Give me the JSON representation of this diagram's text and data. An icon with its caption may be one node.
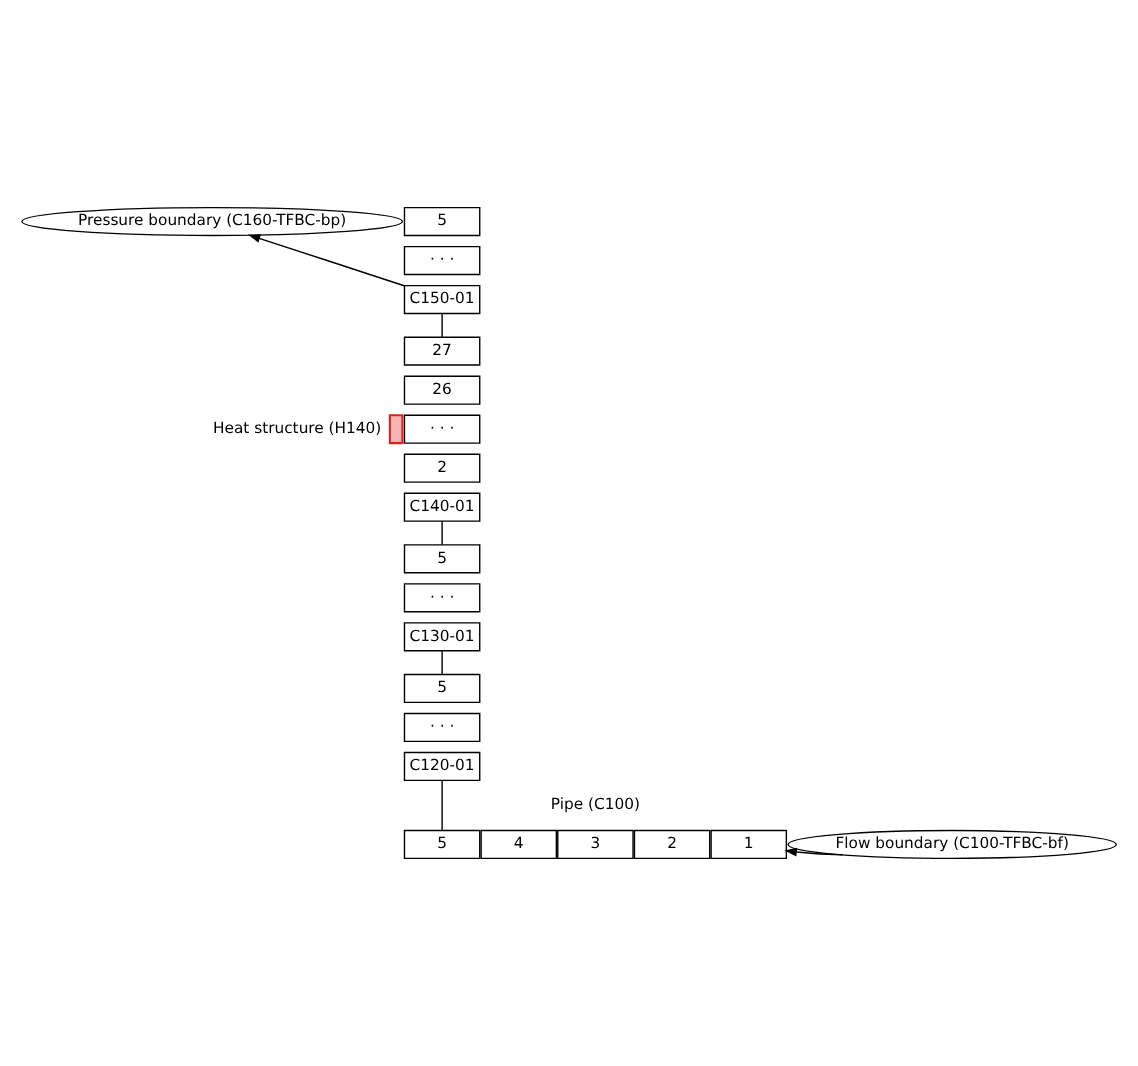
{
  "diagram": {
    "nodes": [
      {
        "text": [
          "Pressure boundary (C160-TFBC-bp)"
        ]
      },
      {
        "text": [
          "5"
        ]
      },
      {
        "text": [
          "· · ·"
        ]
      },
      {
        "text": [
          "C150-01"
        ]
      },
      {
        "text": [],
        "shape": "bar",
        "beside": [
          "Heat structure (H140)"
        ]
      },
      {
        "text": [
          "27"
        ]
      },
      {
        "text": [
          "26"
        ]
      },
      {
        "text": [
          "· · ·"
        ]
      },
      {
        "text": [
          "2"
        ]
      },
      {
        "text": [
          "C140-01"
        ]
      },
      {
        "text": [
          "5"
        ]
      },
      {
        "text": [
          "· · ·"
        ]
      },
      {
        "text": [
          "C130-01"
        ]
      },
      {
        "text": [
          "5"
        ]
      },
      {
        "text": [
          "· · ·"
        ]
      },
      {
        "text": [
          "C120-01"
        ]
      },
      {
        "text": [
          "5"
        ]
      },
      {
        "text": [
          "4"
        ]
      },
      {
        "text": [
          "3"
        ]
      },
      {
        "text": [
          "2"
        ]
      },
      {
        "text": [
          "1"
        ]
      },
      {
        "text": [
          "Flow boundary (C100-TFBC-bf)"
        ]
      }
    ],
    "edges": [
      {
        "from": 3,
        "to": 0,
        "arrow": "to"
      },
      {
        "from": 5,
        "to": 3,
        "arrow": "none"
      },
      {
        "from": 10,
        "to": 9,
        "arrow": "none"
      },
      {
        "from": 13,
        "to": 12,
        "arrow": "none"
      },
      {
        "from": 16,
        "to": 15,
        "arrow": "none"
      },
      {
        "from": 21,
        "to": 20,
        "arrow": "to"
      }
    ],
    "labels": [
      "Pipe (C100)"
    ]
  }
}
